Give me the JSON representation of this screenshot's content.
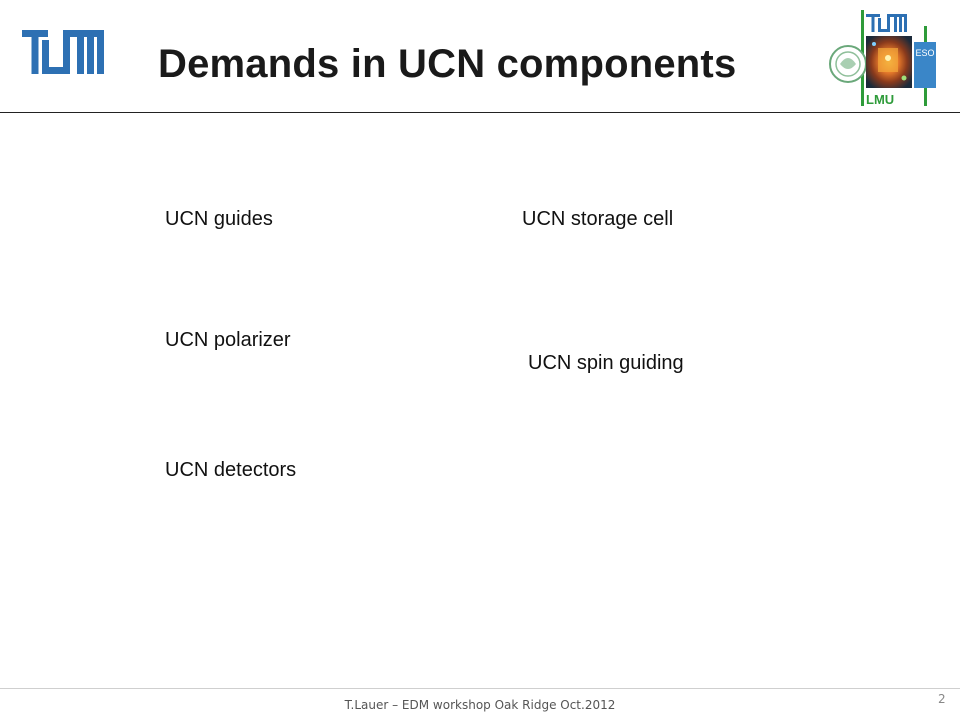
{
  "header": {
    "title": "Demands in UCN components",
    "tum_logo": "tum-logo",
    "cluster_logo": {
      "icon": "tum-lmu-cluster-logo",
      "tum_text": "TUM",
      "lmu_text": "LMU",
      "eso_text": "ESO",
      "colors": {
        "tum_blue": "#2d70b3",
        "lmu_green": "#2e9b3a",
        "eso_blue": "#3a86c8"
      }
    }
  },
  "body": {
    "items": [
      "UCN guides",
      "UCN storage cell",
      "UCN polarizer",
      "UCN spin guiding",
      "UCN detectors"
    ]
  },
  "footer": {
    "text": "T.Lauer – EDM workshop Oak Ridge Oct.2012",
    "page_number": "2"
  }
}
